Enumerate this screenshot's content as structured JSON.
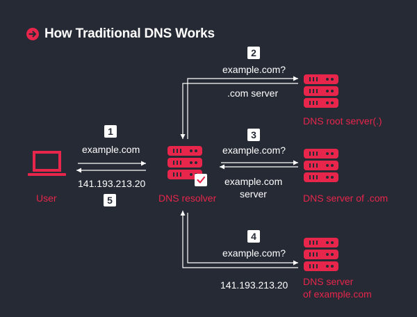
{
  "title": "How Traditional DNS Works",
  "colors": {
    "background": "#252a35",
    "accent": "#e8254b",
    "line": "#ffffff"
  },
  "steps": {
    "s1": {
      "number": "1",
      "text": "example.com"
    },
    "s5": {
      "number": "5",
      "text": "141.193.213.20"
    },
    "s2": {
      "number": "2",
      "query": "example.com?",
      "reply": ".com server"
    },
    "s3": {
      "number": "3",
      "query": "example.com?",
      "reply_line1": "example.com",
      "reply_line2": "server"
    },
    "s4": {
      "number": "4",
      "query": "example.com?",
      "reply": "141.193.213.20"
    }
  },
  "nodes": {
    "user": "User",
    "resolver": "DNS resolver",
    "root": "DNS root server(.)",
    "com": "DNS server of .com",
    "auth_line1": "DNS server",
    "auth_line2": "of example.com"
  },
  "icons": [
    "arrow-circle-icon",
    "laptop-icon",
    "server-icon",
    "checkmark-icon"
  ]
}
